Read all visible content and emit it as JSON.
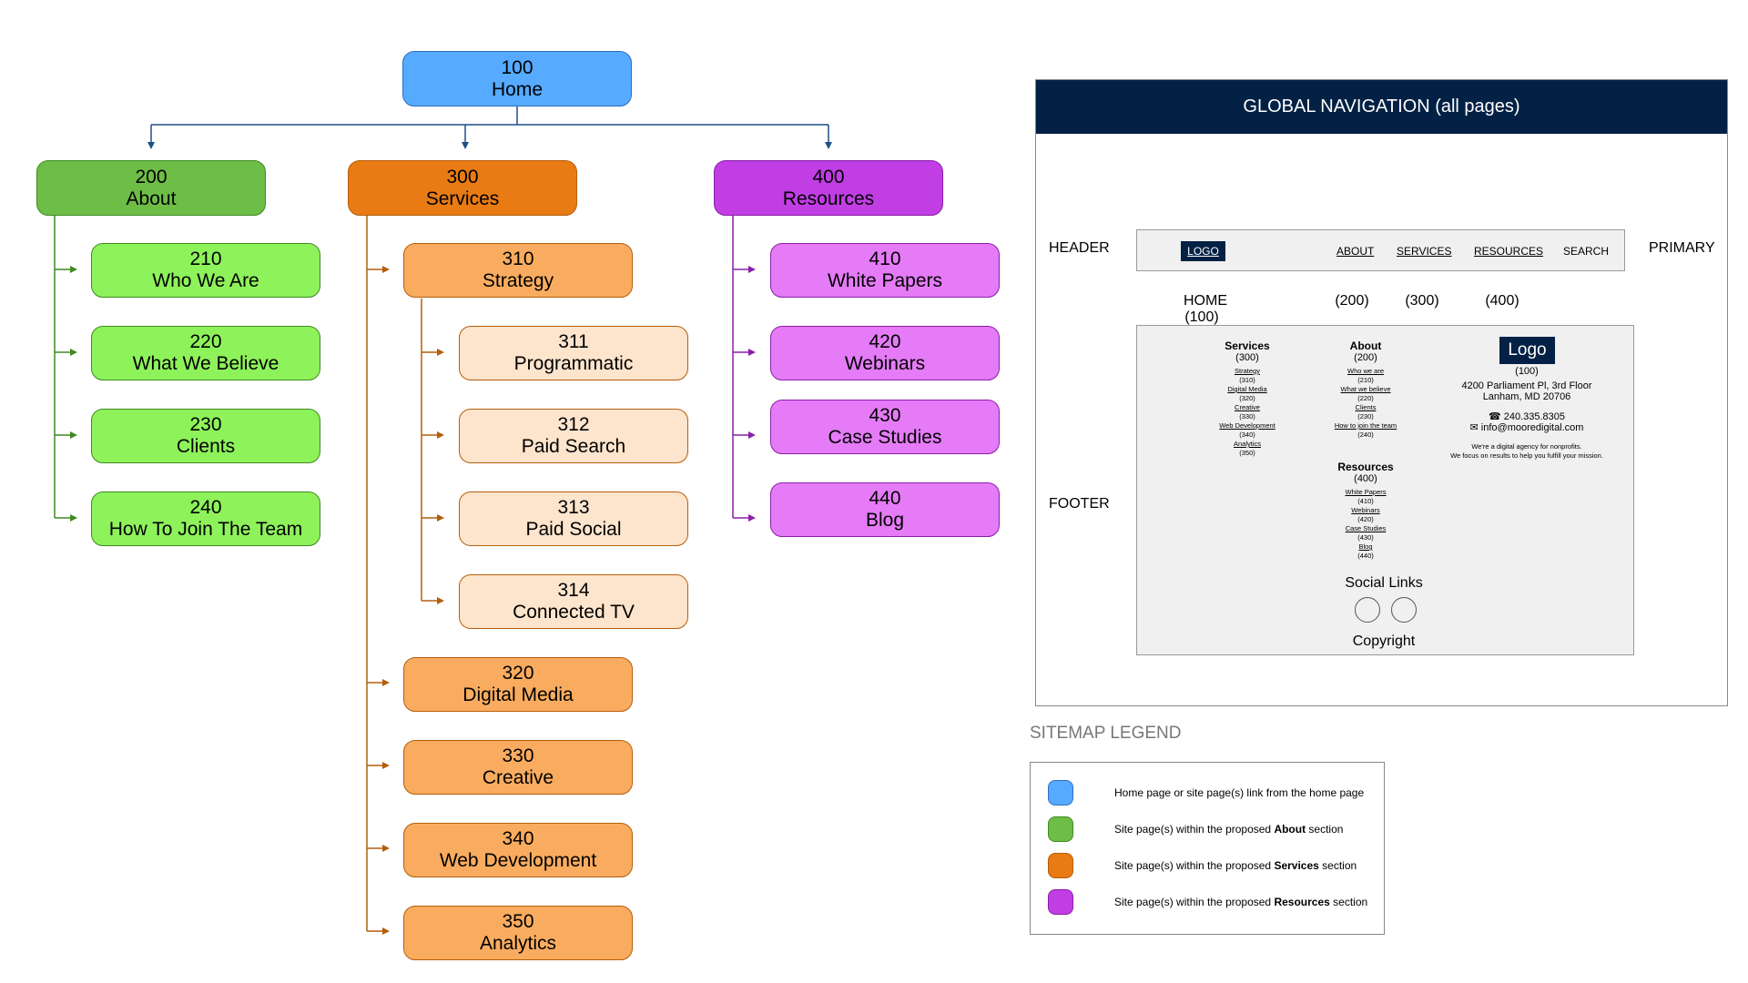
{
  "colors": {
    "home_fill": "#56aaff",
    "home_border": "#2e6fc2",
    "about_fill": "#6dbd46",
    "about_border": "#3f8a22",
    "about_sub_fill": "#8ef25b",
    "services_fill": "#e87b14",
    "services_border": "#b45e0c",
    "services_sub_fill": "#f9ac5f",
    "services_subsub_fill": "#fde4cc",
    "resources_fill": "#c03ee4",
    "resources_border": "#8a1fa8",
    "resources_sub_fill": "#e57bf7",
    "nav_header_bg": "#022144"
  },
  "tree": {
    "home": {
      "num": "100",
      "label": "Home"
    },
    "about": {
      "num": "200",
      "label": "About",
      "children": [
        {
          "num": "210",
          "label": "Who We Are"
        },
        {
          "num": "220",
          "label": "What We Believe"
        },
        {
          "num": "230",
          "label": "Clients"
        },
        {
          "num": "240",
          "label": "How To Join The Team"
        }
      ]
    },
    "services": {
      "num": "300",
      "label": "Services",
      "strategy": {
        "num": "310",
        "label": "Strategy",
        "children": [
          {
            "num": "311",
            "label": "Programmatic"
          },
          {
            "num": "312",
            "label": "Paid Search"
          },
          {
            "num": "313",
            "label": "Paid Social"
          },
          {
            "num": "314",
            "label": "Connected TV"
          }
        ]
      },
      "children": [
        {
          "num": "320",
          "label": "Digital Media"
        },
        {
          "num": "330",
          "label": "Creative"
        },
        {
          "num": "340",
          "label": "Web Development"
        },
        {
          "num": "350",
          "label": "Analytics"
        }
      ]
    },
    "resources": {
      "num": "400",
      "label": "Resources",
      "children": [
        {
          "num": "410",
          "label": "White Papers"
        },
        {
          "num": "420",
          "label": "Webinars"
        },
        {
          "num": "430",
          "label": "Case Studies"
        },
        {
          "num": "440",
          "label": "Blog"
        }
      ]
    }
  },
  "global_nav": {
    "title": "GLOBAL NAVIGATION (all pages)",
    "header_label": "HEADER",
    "primary_label": "PRIMARY",
    "footer_label": "FOOTER",
    "nav": {
      "logo": "LOGO",
      "about": "ABOUT",
      "services": "SERVICES",
      "resources": "RESOURCES",
      "search": "SEARCH"
    },
    "nav_targets": {
      "home": "HOME",
      "home_num": "(100)",
      "about": "(200)",
      "services": "(300)",
      "resources": "(400)"
    },
    "footer": {
      "services": {
        "title": "Services",
        "num": "(300)",
        "links": [
          {
            "label": "Strategy",
            "num": "(310)"
          },
          {
            "label": "Digital Media",
            "num": "(320)"
          },
          {
            "label": "Creative",
            "num": "(330)"
          },
          {
            "label": "Web Development",
            "num": "(340)"
          },
          {
            "label": "Analytics",
            "num": "(350)"
          }
        ]
      },
      "about": {
        "title": "About",
        "num": "(200)",
        "links": [
          {
            "label": "Who we are",
            "num": "(210)"
          },
          {
            "label": "What we believe",
            "num": "(220)"
          },
          {
            "label": "Clients",
            "num": "(230)"
          },
          {
            "label": "How to join the team",
            "num": "(240)"
          }
        ]
      },
      "resources": {
        "title": "Resources",
        "num": "(400)",
        "links": [
          {
            "label": "White Papers",
            "num": "(410)"
          },
          {
            "label": "Webinars",
            "num": "(420)"
          },
          {
            "label": "Case Studies",
            "num": "(430)"
          },
          {
            "label": "Blog",
            "num": "(440)"
          }
        ]
      },
      "logo": "Logo",
      "logo_num": "(100)",
      "address_line1": "4200 Parliament Pl, 3rd Floor",
      "address_line2": "Lanham, MD 20706",
      "phone": "☎ 240.335.8305",
      "email": "✉ info@mooredigital.com",
      "tagline1": "We're a digital agency for nonprofits.",
      "tagline2": "We focus on results to help you fulfill your mission.",
      "social": "Social Links",
      "copyright": "Copyright"
    }
  },
  "legend": {
    "title": "SITEMAP LEGEND",
    "items": [
      {
        "pre": "Home page or site page(s) link from the home page",
        "bold": "",
        "post": ""
      },
      {
        "pre": "Site page(s) within the proposed ",
        "bold": "About",
        "post": " section"
      },
      {
        "pre": "Site page(s) within the proposed ",
        "bold": "Services",
        "post": " section"
      },
      {
        "pre": "Site page(s) within the proposed ",
        "bold": "Resources",
        "post": " section"
      }
    ]
  }
}
